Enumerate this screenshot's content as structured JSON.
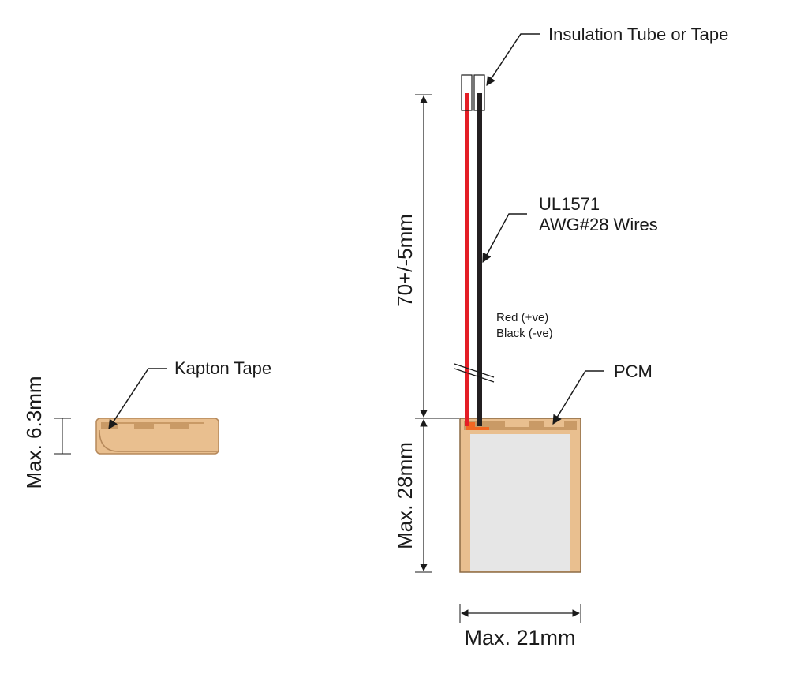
{
  "labels": {
    "insulation": "Insulation Tube or Tape",
    "ul_line1": "UL1571",
    "ul_line2": "AWG#28 Wires",
    "red": "Red (+ve)",
    "black": "Black (-ve)",
    "pcm": "PCM",
    "kapton": "Kapton Tape"
  },
  "dimensions": {
    "wire_length": "70+/-5mm",
    "max_height": "Max. 28mm",
    "max_width": "Max. 21mm",
    "max_thickness": "Max. 6.3mm"
  },
  "colors": {
    "cell_body": "#e6e6e6",
    "tape": "#e9bf8f",
    "tape_dark": "#c99a66",
    "red_wire": "#e41e26",
    "black_wire": "#231f20",
    "pcm_orange": "#f26722"
  }
}
